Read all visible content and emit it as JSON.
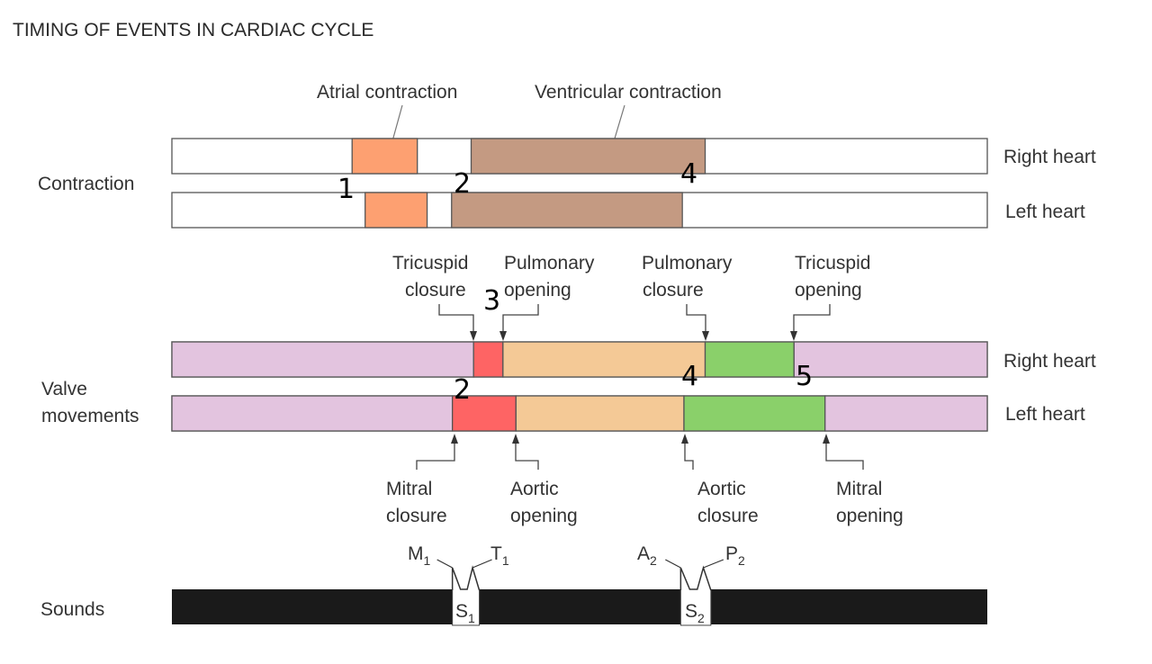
{
  "title": "TIMING OF EVENTS IN CARDIAC CYCLE",
  "colors": {
    "atrial": "#fda071",
    "ventricular": "#c49a82",
    "valve_closed": "#e3c4df",
    "isovolumetric": "#fe6464",
    "ejection": "#f4c996",
    "relaxation": "#8ad06a",
    "sound_bar": "#1a1a1a",
    "outline": "#555555"
  },
  "timeline": {
    "start": 0,
    "end": 1
  },
  "rows": {
    "contraction": {
      "label": "Contraction",
      "annotations": [
        "Atrial contraction",
        "Ventricular contraction"
      ],
      "right": {
        "label": "Right heart",
        "segments": [
          {
            "name": "atrial",
            "from": 0.221,
            "to": 0.301,
            "color_key": "atrial"
          },
          {
            "name": "ventricular",
            "from": 0.367,
            "to": 0.654,
            "color_key": "ventricular"
          }
        ]
      },
      "left": {
        "label": "Left heart",
        "segments": [
          {
            "name": "atrial",
            "from": 0.237,
            "to": 0.313,
            "color_key": "atrial"
          },
          {
            "name": "ventricular",
            "from": 0.343,
            "to": 0.626,
            "color_key": "ventricular"
          }
        ]
      }
    },
    "valves": {
      "label_line1": "Valve",
      "label_line2": "movements",
      "right": {
        "label": "Right heart",
        "segments": [
          {
            "from": 0.0,
            "to": 0.37,
            "color_key": "valve_closed"
          },
          {
            "from": 0.37,
            "to": 0.406,
            "color_key": "isovolumetric"
          },
          {
            "from": 0.406,
            "to": 0.654,
            "color_key": "ejection"
          },
          {
            "from": 0.654,
            "to": 0.763,
            "color_key": "relaxation"
          },
          {
            "from": 0.763,
            "to": 1.0,
            "color_key": "valve_closed"
          }
        ],
        "events": [
          {
            "line1": "Tricuspid",
            "line2": "closure",
            "at": 0.37
          },
          {
            "line1": "Pulmonary",
            "line2": "opening",
            "at": 0.406
          },
          {
            "line1": "Pulmonary",
            "line2": "closure",
            "at": 0.654
          },
          {
            "line1": "Tricuspid",
            "line2": "opening",
            "at": 0.763
          }
        ]
      },
      "left": {
        "label": "Left heart",
        "segments": [
          {
            "from": 0.0,
            "to": 0.344,
            "color_key": "valve_closed"
          },
          {
            "from": 0.344,
            "to": 0.422,
            "color_key": "isovolumetric"
          },
          {
            "from": 0.422,
            "to": 0.628,
            "color_key": "ejection"
          },
          {
            "from": 0.628,
            "to": 0.801,
            "color_key": "relaxation"
          },
          {
            "from": 0.801,
            "to": 1.0,
            "color_key": "valve_closed"
          }
        ],
        "events": [
          {
            "line1": "Mitral",
            "line2": "closure",
            "at": 0.344
          },
          {
            "line1": "Aortic",
            "line2": "opening",
            "at": 0.422
          },
          {
            "line1": "Aortic",
            "line2": "closure",
            "at": 0.628
          },
          {
            "line1": "Mitral",
            "line2": "opening",
            "at": 0.801
          }
        ]
      }
    },
    "sounds": {
      "label": "Sounds",
      "s1": {
        "label": "S",
        "sub": "1",
        "left": "M",
        "left_sub": "1",
        "right": "T",
        "right_sub": "1",
        "from": 0.344,
        "to": 0.377
      },
      "s2": {
        "label": "S",
        "sub": "2",
        "left": "A",
        "left_sub": "2",
        "right": "P",
        "right_sub": "2",
        "from": 0.624,
        "to": 0.661
      }
    }
  },
  "markers": [
    {
      "text": "1"
    },
    {
      "text": "2"
    },
    {
      "text": "4"
    },
    {
      "text": "3"
    },
    {
      "text": "2"
    },
    {
      "text": "4"
    },
    {
      "text": "5"
    }
  ]
}
